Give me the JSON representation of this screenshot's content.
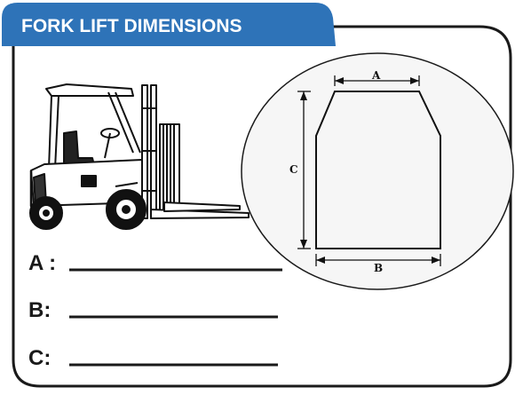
{
  "header": {
    "title": "FORK LIFT DIMENSIONS"
  },
  "fields": [
    {
      "label": "A :"
    },
    {
      "label": "B:"
    },
    {
      "label": "C:"
    }
  ],
  "diagram": {
    "dim_a": "A",
    "dim_b": "B",
    "dim_c": "C"
  },
  "colors": {
    "header_blue": "#2e73b8",
    "border": "#1a1a1a",
    "background": "#ffffff"
  },
  "icons": [
    "forklift-illustration",
    "fork-cross-section-diagram"
  ]
}
